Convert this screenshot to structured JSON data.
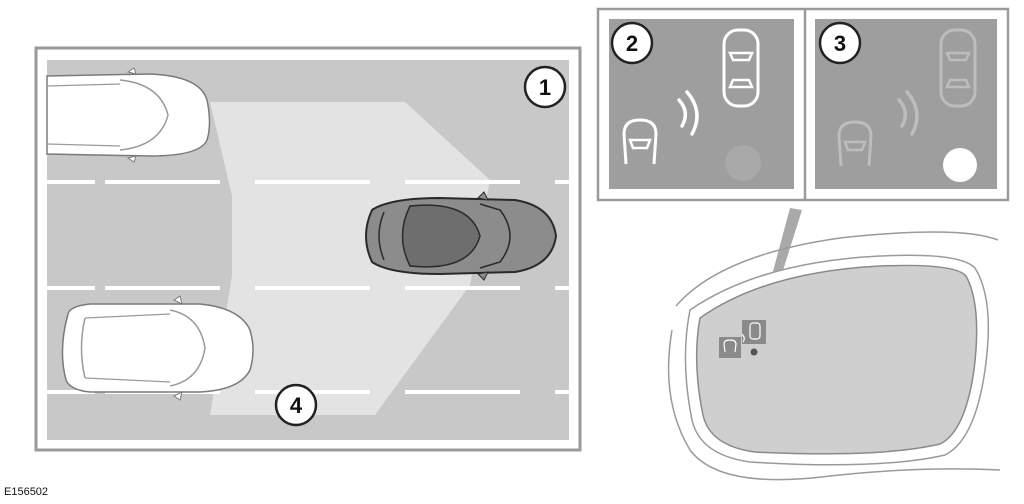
{
  "callouts": {
    "road_view": "1",
    "indicator_amber": "2",
    "indicator_off": "3",
    "detection_zone": "4"
  },
  "figure_ref": "E156502",
  "colors": {
    "road": "#c8c8c8",
    "zone": "#e3e3e3",
    "panel": "#9e9e9e",
    "mirror_glass": "#cfcfcf",
    "lane_marking": "#ffffff"
  }
}
